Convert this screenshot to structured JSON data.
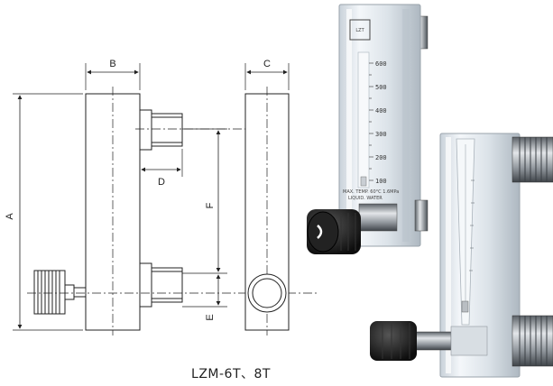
{
  "drawing": {
    "dims": {
      "a": "A",
      "b": "B",
      "c": "C",
      "d": "D",
      "e": "E",
      "f": "F"
    },
    "caption": "LZM-6T、8T"
  },
  "photo": {
    "logo_text": "LZT",
    "scale_marks": [
      "600",
      "500",
      "400",
      "300",
      "200",
      "100"
    ],
    "unit_lines": [
      "MAX. TEMP. 60°C 1.6MPa",
      "LIQUID. WATER"
    ],
    "colors": {
      "acrylic": "#dfe6ec",
      "knob": "#1a1a1a",
      "metal": "#9aa0a6",
      "metal_dark": "#4b5157"
    }
  }
}
